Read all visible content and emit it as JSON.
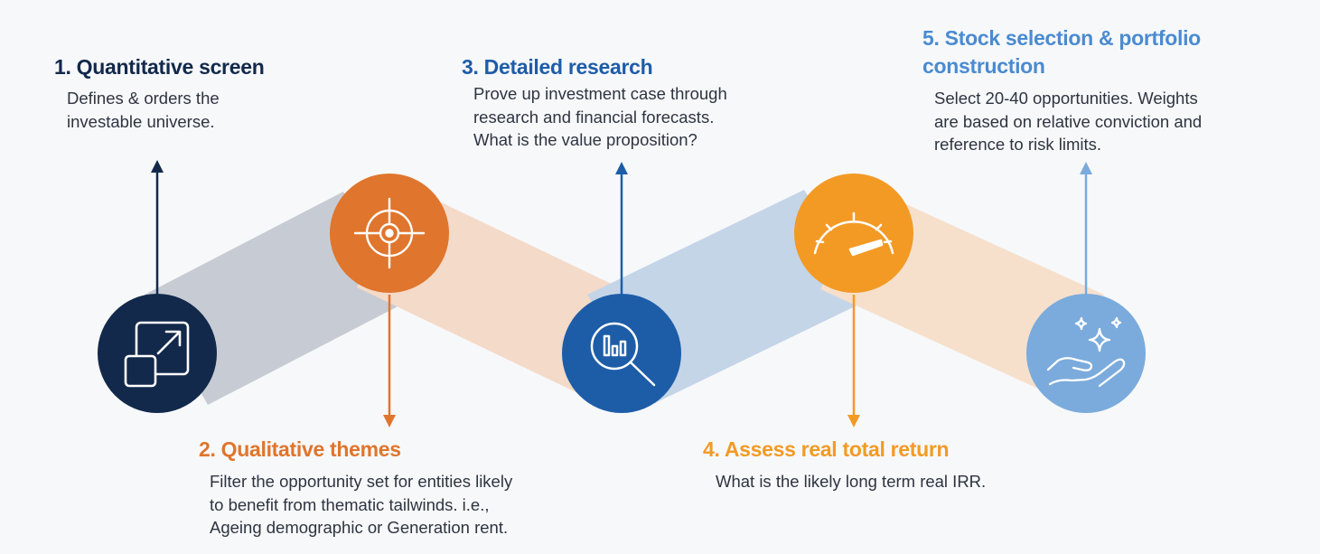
{
  "steps": [
    {
      "title": "1. Quantitative screen",
      "description": [
        "Defines & orders the",
        "investable universe."
      ],
      "color": "#12294b",
      "icon": "expand-arrow-icon"
    },
    {
      "title": "2. Qualitative themes",
      "description": [
        "Filter the opportunity set for entities likely",
        "to benefit from thematic tailwinds. i.e.,",
        "Ageing demographic or Generation rent."
      ],
      "color": "#e0752d",
      "icon": "target-crosshair-icon"
    },
    {
      "title": "3. Detailed research",
      "description": [
        "Prove up investment case through",
        "research and financial forecasts.",
        "What is the value proposition?"
      ],
      "color": "#1d5da8",
      "icon": "magnifier-chart-icon"
    },
    {
      "title": "4. Assess real total return",
      "description": [
        "What is the likely long term real IRR."
      ],
      "color": "#f39a25",
      "icon": "speedometer-icon"
    },
    {
      "title_lines": [
        "5. Stock selection & portfolio",
        "construction"
      ],
      "description": [
        "Select 20-40 opportunities. Weights",
        "are based on relative conviction and",
        "reference to risk limits."
      ],
      "color": "#7aabdc",
      "icon": "hand-sparkles-icon"
    }
  ]
}
